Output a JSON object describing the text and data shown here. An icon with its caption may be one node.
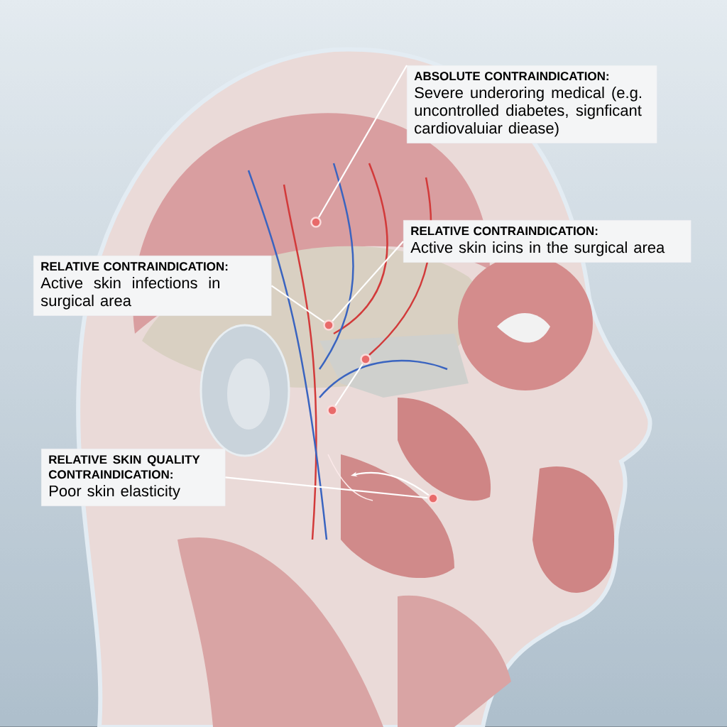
{
  "diagram": {
    "nodes": [
      {
        "text": [
          "ABSOLUTE CONTRAINDICATION:",
          "Severe underoring medical (e.g. uncontrolled diabetes, signficant cardiovaluiar diease)"
        ]
      },
      {
        "text": [
          "RELATIVE CONTRAINDICATION:",
          "Active skin icins in the surgical area"
        ]
      },
      {
        "text": [
          "RELATIVE CONTRAINDICATION:",
          "Active skin infections in surgical area"
        ]
      },
      {
        "text": [
          "RELATIVE SKIN QUALITY CONTRAINDICATION:",
          "Poor skin elasticity"
        ]
      },
      {
        "text": [],
        "shape": "circle"
      },
      {
        "text": [],
        "shape": "circle"
      },
      {
        "text": [],
        "shape": "circle"
      },
      {
        "text": [],
        "shape": "circle"
      },
      {
        "text": [],
        "shape": "circle"
      }
    ],
    "edges": [
      {
        "from": 0,
        "to": 4,
        "arrow": "none"
      },
      {
        "from": 1,
        "to": 5,
        "arrow": "none"
      },
      {
        "from": 2,
        "to": 5,
        "arrow": "none"
      },
      {
        "from": 6,
        "to": 7,
        "arrow": "none"
      },
      {
        "from": 3,
        "to": 8,
        "arrow": "none"
      },
      {
        "from": 8,
        "to": null,
        "arrow": "to"
      }
    ]
  }
}
